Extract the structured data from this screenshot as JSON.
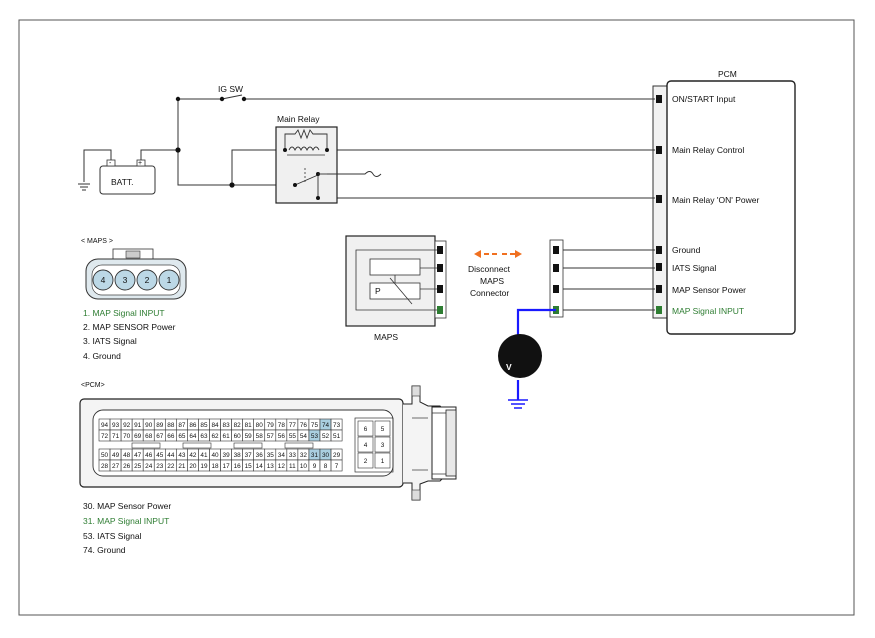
{
  "labels": {
    "ig_sw": "IG SW",
    "main_relay": "Main Relay",
    "batt": "BATT.",
    "batt_neg": "-",
    "batt_pos": "+",
    "pcm_title": "PCM",
    "maps_caption": "MAPS",
    "disconnect": [
      "Disconnect",
      "MAPS",
      "Connector"
    ],
    "maps_sensor_p": "P",
    "voltmeter": "V",
    "maps_connector_title": "< MAPS      >",
    "pcm_connector_title": "<PCM>"
  },
  "pcm_pins": [
    "ON/START Input",
    "Main Relay Control",
    "Main Relay 'ON' Power",
    "Ground",
    "IATS Signal",
    "MAP Sensor Power",
    "MAP Signal INPUT"
  ],
  "maps_connector_pins": [
    "4",
    "3",
    "2",
    "1"
  ],
  "maps_legend": [
    "1.   MAP Signal INPUT",
    "2.   MAP SENSOR Power",
    "3.   IATS Signal",
    "4.   Ground"
  ],
  "pcm_rows": {
    "r1": [
      "94",
      "93",
      "92",
      "91",
      "90",
      "89",
      "88",
      "87",
      "86",
      "85",
      "84",
      "83",
      "82",
      "81",
      "80",
      "79",
      "78",
      "77",
      "76",
      "75",
      "74",
      "73"
    ],
    "r2": [
      "72",
      "71",
      "70",
      "69",
      "68",
      "67",
      "66",
      "65",
      "64",
      "63",
      "62",
      "61",
      "60",
      "59",
      "58",
      "57",
      "56",
      "55",
      "54",
      "53",
      "52",
      "51"
    ],
    "r3": [
      "50",
      "49",
      "48",
      "47",
      "46",
      "45",
      "44",
      "43",
      "42",
      "41",
      "40",
      "39",
      "38",
      "37",
      "36",
      "35",
      "34",
      "33",
      "32",
      "31",
      "30",
      "29"
    ],
    "r4": [
      "28",
      "27",
      "26",
      "25",
      "24",
      "23",
      "22",
      "21",
      "20",
      "19",
      "18",
      "17",
      "16",
      "15",
      "14",
      "13",
      "12",
      "11",
      "10",
      "9",
      "8",
      "7"
    ],
    "small": [
      "6",
      "5",
      "4",
      "3",
      "2",
      "1"
    ]
  },
  "pcm_legend": [
    "30.   MAP Sensor Power",
    "31. MAP Signal INPUT",
    "53.   IATS Signal",
    "74.   Ground"
  ],
  "colors": {
    "signal_green": "#2e7d32",
    "meter_blue": "#1a1aff",
    "arrow_orange": "#f07020",
    "pin_highlight": "#aacfe0"
  }
}
